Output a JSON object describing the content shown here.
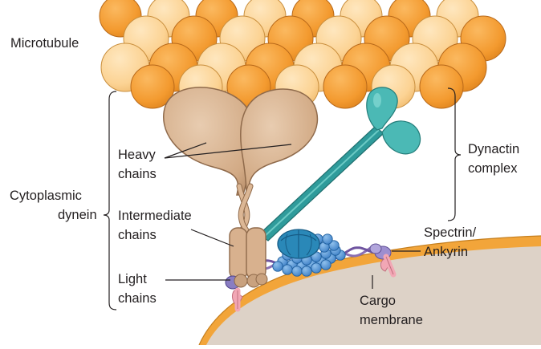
{
  "labels": {
    "microtubule": "Microtubule",
    "cytoplasmic_dynein_1": "Cytoplasmic",
    "cytoplasmic_dynein_2": "dynein",
    "heavy_chains_1": "Heavy",
    "heavy_chains_2": "chains",
    "intermediate_chains_1": "Intermediate",
    "intermediate_chains_2": "chains",
    "light_chains_1": "Light",
    "light_chains_2": "chains",
    "dynactin_complex_1": "Dynactin",
    "dynactin_complex_2": "complex",
    "spectrin_ankyrin_1": "Spectrin/",
    "spectrin_ankyrin_2": "Ankyrin",
    "cargo_membrane_1": "Cargo",
    "cargo_membrane_2": "membrane"
  },
  "colors": {
    "tubulin_dark": "#f39a2f",
    "tubulin_light": "#fcd394",
    "dynein": "#d8b18e",
    "dynactin_arm": "#2f9b9b",
    "dynactin_head": "#4bb9b5",
    "arp_filament": "#2f6fb6",
    "spectrin": "#8a6fb4",
    "membrane_outer": "#f7b23e",
    "membrane_inner": "#ddd2c7",
    "ankyrin_pink": "#f2a7b5"
  }
}
